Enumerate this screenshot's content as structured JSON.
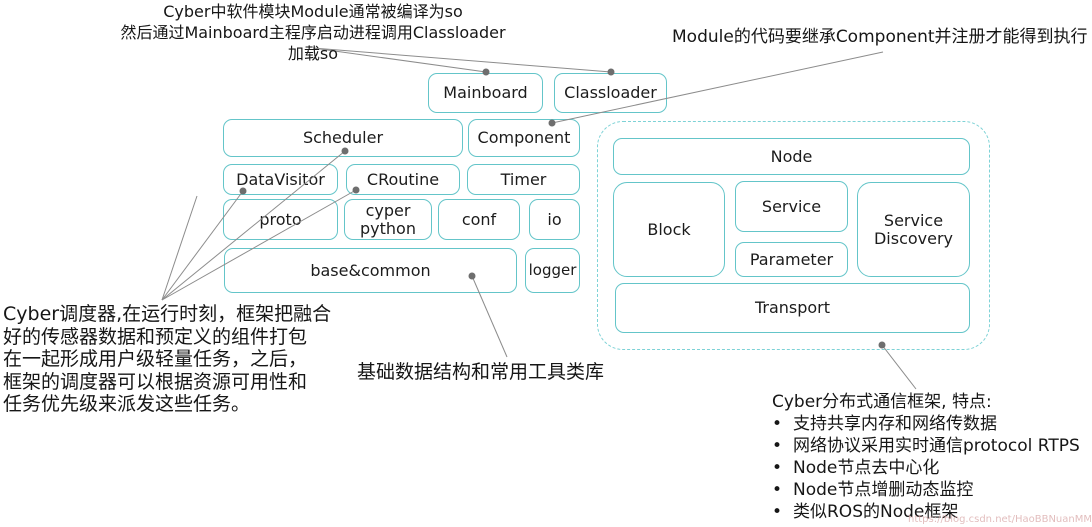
{
  "boxes": {
    "mainboard": "Mainboard",
    "classloader": "Classloader",
    "scheduler": "Scheduler",
    "component": "Component",
    "datavisitor": "DataVisitor",
    "croutine": "CRoutine",
    "timer": "Timer",
    "proto": "proto",
    "cyper_python": "cyper python",
    "conf": "conf",
    "io": "io",
    "base_common": "base&common",
    "logger": "logger",
    "node": "Node",
    "block": "Block",
    "service": "Service",
    "parameter": "Parameter",
    "service_discovery": "Service Discovery",
    "transport": "Transport"
  },
  "annotations": {
    "top_left": {
      "line1": "Cyber中软件模块Module通常被编译为so",
      "line2": "然后通过Mainboard主程序启动进程调用Classloader加载so"
    },
    "top_right": {
      "text": "Module的代码要继承Component并注册才能得到执行"
    },
    "left": {
      "lines": [
        "Cyber调度器,在运行时刻，框架把融合",
        "好的传感器数据和预定义的组件打包",
        "在一起形成用户级轻量任务，之后，",
        "框架的调度器可以根据资源可用性和",
        "任务优先级来派发这些任务。"
      ]
    },
    "bottom_center": {
      "text": "基础数据结构和常用工具类库"
    },
    "bottom_right": {
      "title": "Cyber分布式通信框架, 特点:",
      "bullet_char": "•",
      "bullets": [
        "支持共享内存和网络传数据",
        "网络协议采用实时通信protocol RTPS",
        "Node节点去中心化",
        "Node节点增删动态监控",
        "类似ROS的Node框架"
      ]
    }
  },
  "watermark": "https://blog.csdn.net/HaoBBNuanMM",
  "colors": {
    "box_border": "#64c5c9",
    "dashed_border": "#7dd2d6",
    "leader_line": "#8c8c8c",
    "connector_dot": "#6e6e6e",
    "text": "#1c1c1c"
  }
}
